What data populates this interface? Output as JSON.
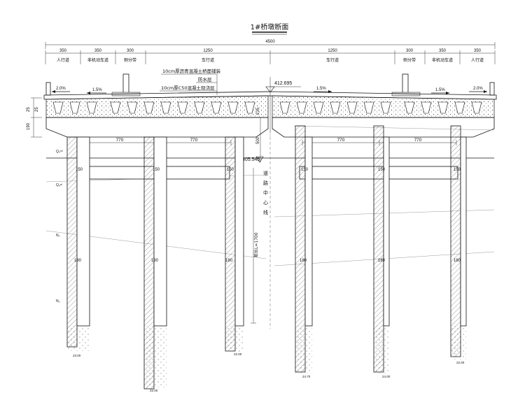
{
  "title": "1#桥墩断面",
  "overall_width": "4500",
  "segments": [
    {
      "width": "350",
      "name": "人行道"
    },
    {
      "width": "350",
      "name": "非机动车道"
    },
    {
      "width": "300",
      "name": "侧分带"
    },
    {
      "width": "1250",
      "name": "车行道"
    },
    {
      "width": "1250",
      "name": "车行道"
    },
    {
      "width": "300",
      "name": "侧分带"
    },
    {
      "width": "350",
      "name": "非机动车道"
    },
    {
      "width": "350",
      "name": "人行道"
    }
  ],
  "pavement_notes": [
    "10cm厚沥青混凝土桥面铺装",
    "防水层",
    "10cm厚C50混凝土现浇层"
  ],
  "deck_elevation": "412.695",
  "ground_elevation": "405.545",
  "slopes": {
    "left_sidewalk": "2.0%",
    "left_road": "1.5%",
    "right_road": "1.5%",
    "right_sidewalk": "2.0%"
  },
  "left_dims": {
    "deck_depth": "190",
    "small_a": "25",
    "small_b": "25"
  },
  "cap_dims": {
    "height": "500",
    "span_a": "770",
    "span_b": "770",
    "small": "215"
  },
  "pile_dims": {
    "cap_width": "150",
    "pile_dia": "180",
    "pile_len": "桩长L=1700"
  },
  "centerline_label": "道路中心线",
  "pile_bottom_elevs": [
    "23.00",
    "22.00",
    "22.00",
    "24.70",
    "24.00",
    "22.00"
  ],
  "strata_labels": [
    "Q₄ᵐˡ",
    "Q₄ᵃˡ",
    "N₂",
    "N₂"
  ]
}
